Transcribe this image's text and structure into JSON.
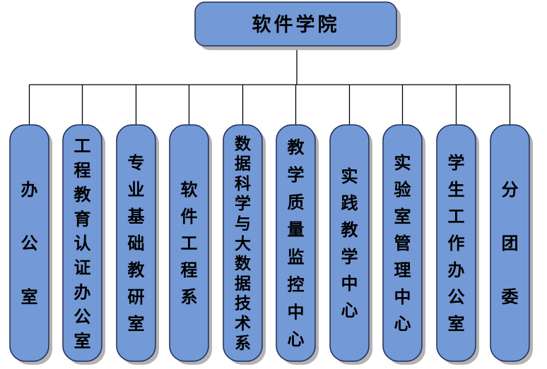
{
  "root": {
    "label": "软件学院"
  },
  "units": [
    {
      "label": "办公室"
    },
    {
      "label": "工程教育认证办公室"
    },
    {
      "label": "专业基础教研室"
    },
    {
      "label": "软件工程系"
    },
    {
      "label": "数据科学与大数据技术系"
    },
    {
      "label": "教学质量监控中心"
    },
    {
      "label": "实践教学中心"
    },
    {
      "label": "实验室管理中心"
    },
    {
      "label": "学生工作办公室"
    },
    {
      "label": "分团委"
    }
  ],
  "colors": {
    "box_fill": "#7399d6",
    "box_stroke": "#1f2f5a",
    "shadow": "#b3b3b3",
    "connector": "#000000"
  }
}
